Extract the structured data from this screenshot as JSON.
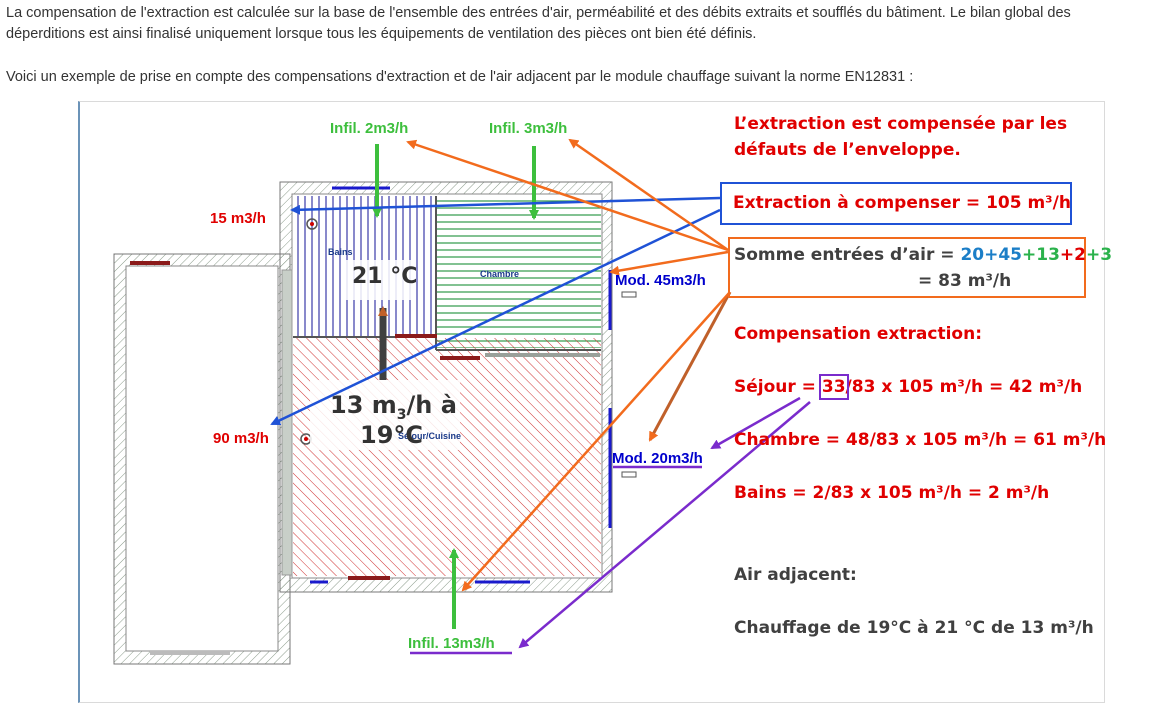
{
  "text": {
    "paragraph1": "La compensation de l'extraction est calculée sur la base de l'ensemble des entrées d'air, perméabilité et des débits extraits et soufflés du bâtiment. Le bilan global des déperditions est ainsi finalisé uniquement lorsque tous les équipements de ventilation des pièces ont bien été définis.",
    "paragraph2": "Voici un exemple de prise en compte des compensations d'extraction et de l'air adjacent par le module chauffage suivant la norme EN12831 :"
  },
  "diagram": {
    "infil_bains": "Infil. 2m3/h",
    "infil_chambre": "Infil. 3m3/h",
    "infil_sejour": "Infil. 13m3/h",
    "extract_bains": "15 m3/h",
    "extract_sejour": "90 m3/h",
    "mod_chambre": "Mod. 45m3/h",
    "mod_sejour": "Mod. 20m3/h",
    "room_bains": "Bains",
    "room_chambre": "Chambre",
    "room_cuisine": "Séjour/Cuisine",
    "temp_bains": "21 °C",
    "transfer_line1": "13 m",
    "transfer_sub": "3",
    "transfer_line1_rest": "/h à",
    "transfer_line2": "19°C",
    "intro_line1": "L’extraction  est  compensée  par  les",
    "intro_line2": "défauts de l’enveloppe.",
    "extraction_box": "Extraction à compenser = 105 m³/h",
    "somme_label": "Somme entrées d’air = ",
    "somme_terms": [
      "20",
      "+45",
      "+13",
      "+2",
      "+3"
    ],
    "somme_result": "= 83 m³/h",
    "comp_title": "Compensation extraction:",
    "sejour_pre": "Séjour = ",
    "sejour_box": "33",
    "sejour_post": "/83  x 105 m³/h = 42 m³/h",
    "chambre_line": "Chambre = 48/83 x 105 m³/h = 61 m³/h",
    "bains_line": "Bains = 2/83 x 105 m³/h = 2 m³/h",
    "air_title": "Air adjacent:",
    "air_line": "Chauffage de 19°C à 21 °C de 13 m³/h"
  },
  "colors": {
    "red": "#e00000",
    "green": "#3dbf3d",
    "blue": "#0000cc",
    "orange": "#f26b1d",
    "purple": "#7a2bcc",
    "dark": "#404040"
  }
}
